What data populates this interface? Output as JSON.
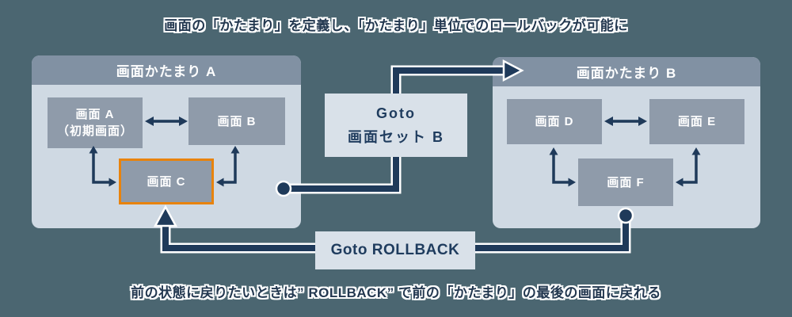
{
  "title": "画面の「かたまり」を定義し、「かたまり」単位でのロールバックが可能に",
  "caption": "前の状態に戻りたいときは” ROLLBACK” で前の「かたまり」の最後の画面に戻れる",
  "colors": {
    "background": "#4b6671",
    "group_body": "#cfd9e3",
    "group_header": "#8191a3",
    "screen_box": "#8f9baa",
    "action_box": "#d9e1e9",
    "connector_navy": "#1f3a5a",
    "text_navy": "#233850",
    "highlight_orange": "#e8830d",
    "text_white": "#ffffff"
  },
  "diagram": {
    "group_a": {
      "title": "画面かたまり A",
      "screens": [
        {
          "label": "画面 A",
          "sublabel": "（初期画面）"
        },
        {
          "label": "画面 B"
        },
        {
          "label": "画面 C",
          "highlighted": true
        }
      ]
    },
    "group_b": {
      "title": "画面かたまり B",
      "screens": [
        {
          "label": "画面 D"
        },
        {
          "label": "画面 E"
        },
        {
          "label": "画面 F"
        }
      ]
    },
    "goto_box": {
      "line1": "Goto",
      "line2": "画面セット B"
    },
    "rollback_box": {
      "label": "Goto ROLLBACK"
    }
  }
}
